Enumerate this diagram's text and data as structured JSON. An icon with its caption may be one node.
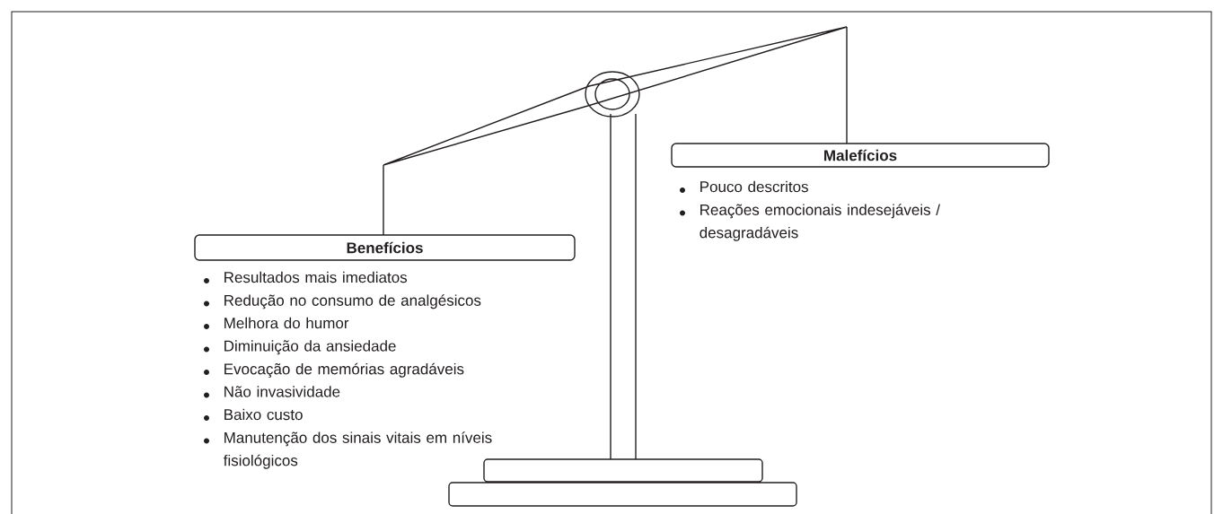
{
  "diagram": {
    "nodes": [
      {
        "text": [
          "Benefícios"
        ],
        "beside": [
          "Resultados mais imediatos",
          "Redução no consumo de analgésicos",
          "Melhora do humor",
          "Diminuição da ansiedade",
          "Evocação de memórias agradáveis",
          "Não invasividade",
          "Baixo custo",
          "Manutenção dos sinais vitais em níveis fisiológicos"
        ]
      },
      {
        "text": [
          "Malefícios"
        ],
        "beside": [
          "Pouco descritos",
          "Reações emocionais indesejáveis / desagradáveis"
        ]
      }
    ]
  }
}
